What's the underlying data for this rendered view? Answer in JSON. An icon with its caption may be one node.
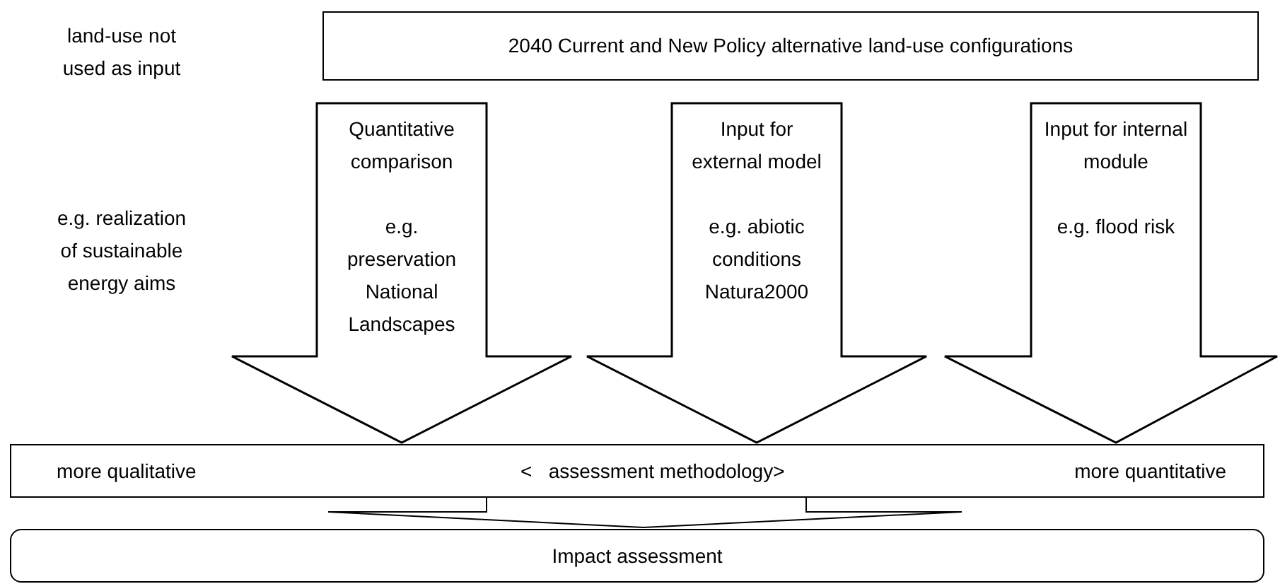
{
  "diagram": {
    "nodes": [
      {
        "text": [
          "2040 Current and New Policy alternative land-use configurations"
        ]
      },
      {
        "text": [
          "Quantitative comparison",
          "e.g. preservation National Landscapes"
        ]
      },
      {
        "text": [
          "Input for external model",
          "e.g. abiotic conditions Natura2000"
        ]
      },
      {
        "text": [
          "Input for internal module",
          "e.g. flood risk"
        ]
      },
      {
        "text": [
          "more qualitative",
          "<   assessment methodology>",
          "more quantitative"
        ]
      },
      {
        "text": [],
        "shape": "funnel"
      },
      {
        "text": [
          "Impact assessment"
        ]
      }
    ],
    "labels": [
      "land-use not used as input",
      "e.g. realization of sustainable energy aims"
    ]
  }
}
